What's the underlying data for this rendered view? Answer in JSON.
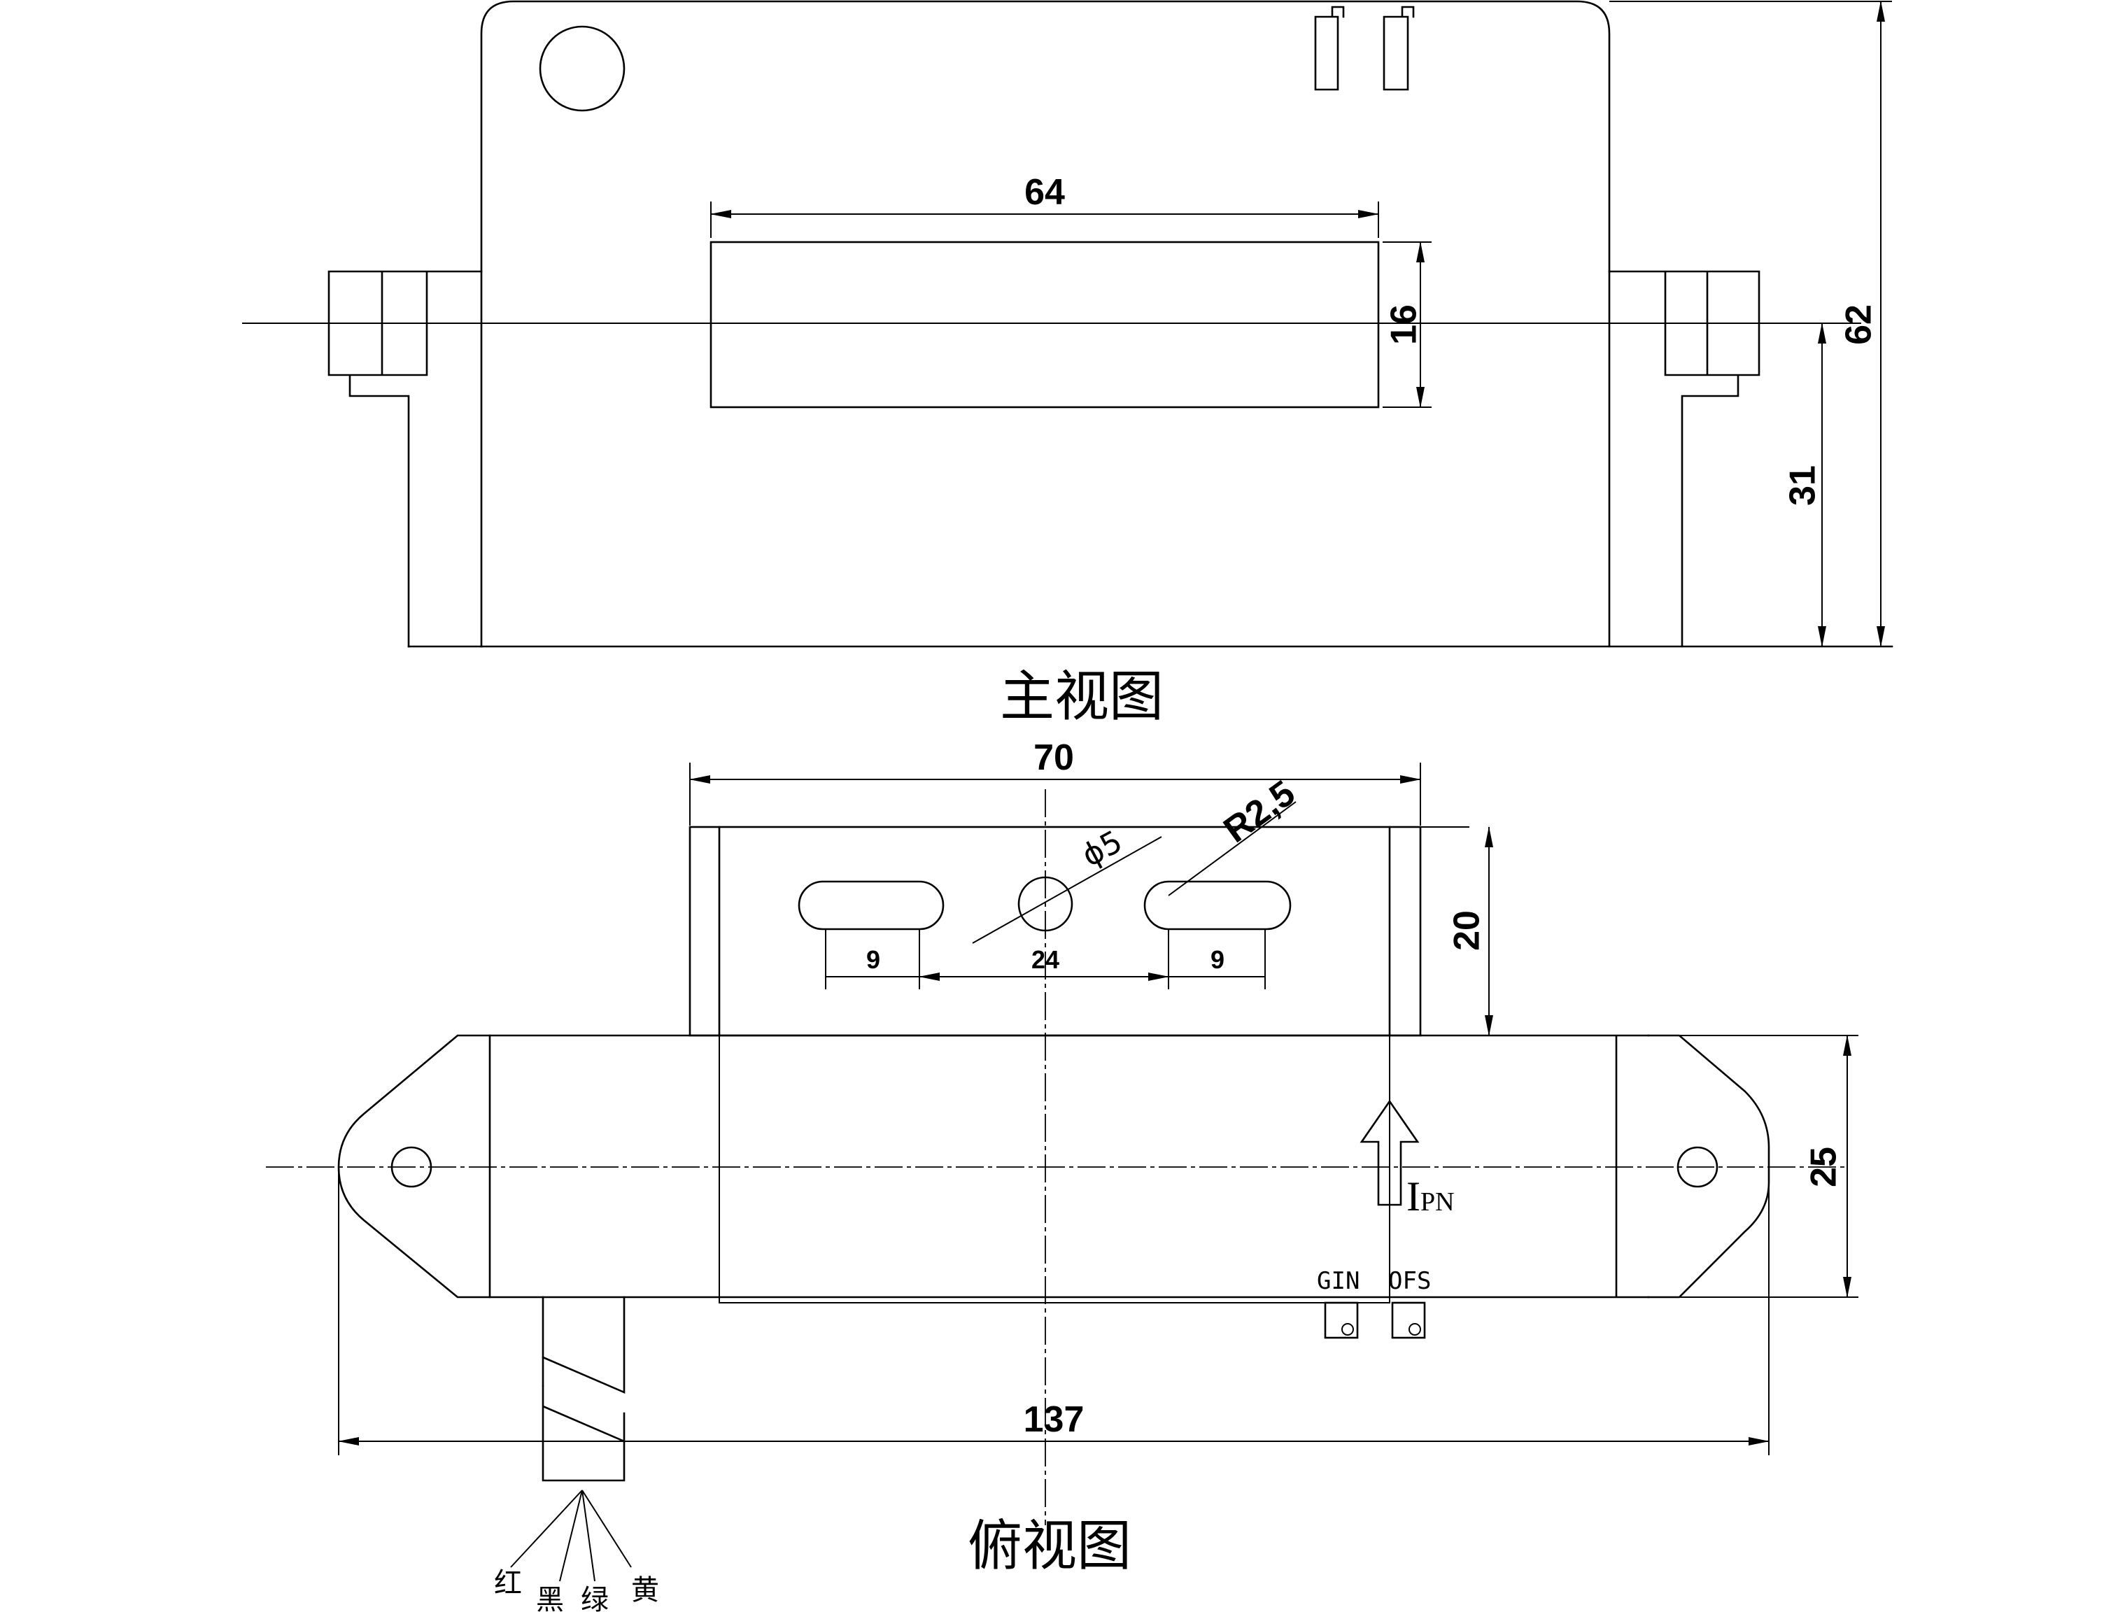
{
  "views": {
    "front_title": "主视图",
    "top_title": "俯视图"
  },
  "dimensions": {
    "front_window_width": "64",
    "front_window_height": "16",
    "front_total_height": "62",
    "front_center_height": "31",
    "top_bracket_width": "70",
    "top_bracket_depth": "20",
    "top_body_depth": "25",
    "top_total_length": "137",
    "slot_length_left": "9",
    "slot_spacing": "24",
    "slot_length_right": "9",
    "hole_diameter_symbol": "ϕ",
    "hole_diameter_value": "5",
    "slot_radius": "R2,5"
  },
  "labels": {
    "current_main": "I",
    "current_sub": "PN",
    "terminal_gin": "GIN",
    "terminal_ofs": "OFS"
  },
  "wires": {
    "red": "红",
    "black": "黑",
    "green": "绿",
    "yellow": "黄"
  }
}
